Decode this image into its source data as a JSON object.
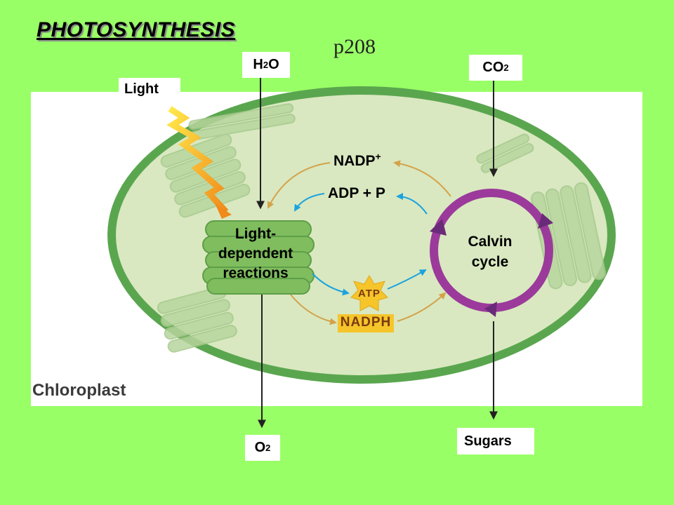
{
  "title": "PHOTOSYNTHESIS",
  "page_ref": "p208",
  "inputs": {
    "h2o": {
      "main": "H",
      "sub": "2",
      "tail": "O"
    },
    "co2": {
      "main": "CO",
      "sub": "2"
    },
    "light": "Light"
  },
  "outputs": {
    "o2": {
      "main": "O",
      "sub": "2"
    },
    "sugars": "Sugars"
  },
  "cycle_labels": {
    "nadp": {
      "main": "NADP",
      "sup": "+"
    },
    "adp": "ADP + P",
    "atp": "ATP",
    "nadph": "NADPH"
  },
  "processes": {
    "light_dependent": [
      "Light-",
      "dependent",
      "reactions"
    ],
    "calvin": [
      "Calvin",
      "cycle"
    ]
  },
  "organelle_label": "Chloroplast",
  "colors": {
    "background": "#99ff66",
    "chloroplast_membrane": "#5aa64f",
    "stroma": "#d9e8c0",
    "thylakoid": "#7fbd5e",
    "calvin_cycle": "#9b3a9b",
    "blue_arrow": "#1aa3e0",
    "tan_arrow": "#d4a24a",
    "atp_star": "#f5c52a"
  }
}
